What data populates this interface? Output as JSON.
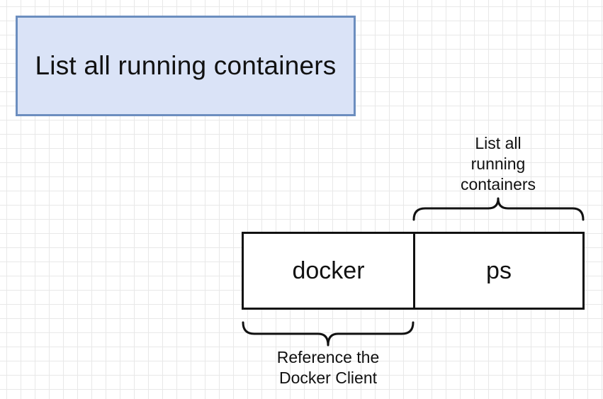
{
  "title": "List all running containers",
  "command": {
    "client": "docker",
    "subcommand": "ps"
  },
  "annotations": {
    "subcommand_lines": [
      "List all",
      "running",
      "containers"
    ],
    "client_lines": [
      "Reference the",
      "Docker Client"
    ]
  },
  "colors": {
    "title_fill": "#dae3f7",
    "title_border": "#6c8ebf",
    "box_border": "#111111"
  }
}
